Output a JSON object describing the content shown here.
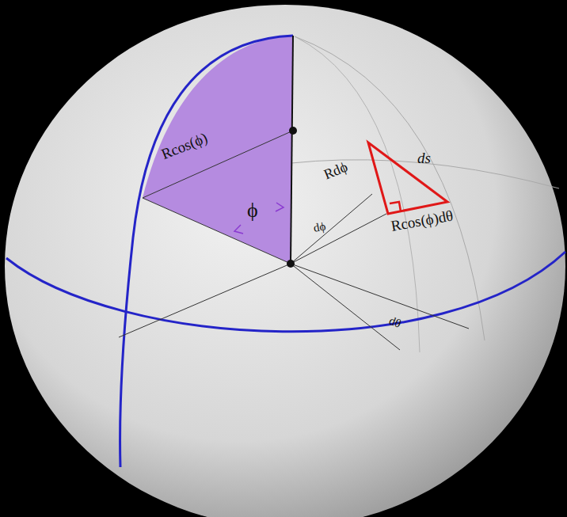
{
  "diagram": {
    "labels": [
      "Rcos(ϕ)",
      "ϕ",
      "Rdϕ",
      "ds",
      "Rcos(ϕ)dθ",
      "dϕ",
      "dθ"
    ]
  }
}
